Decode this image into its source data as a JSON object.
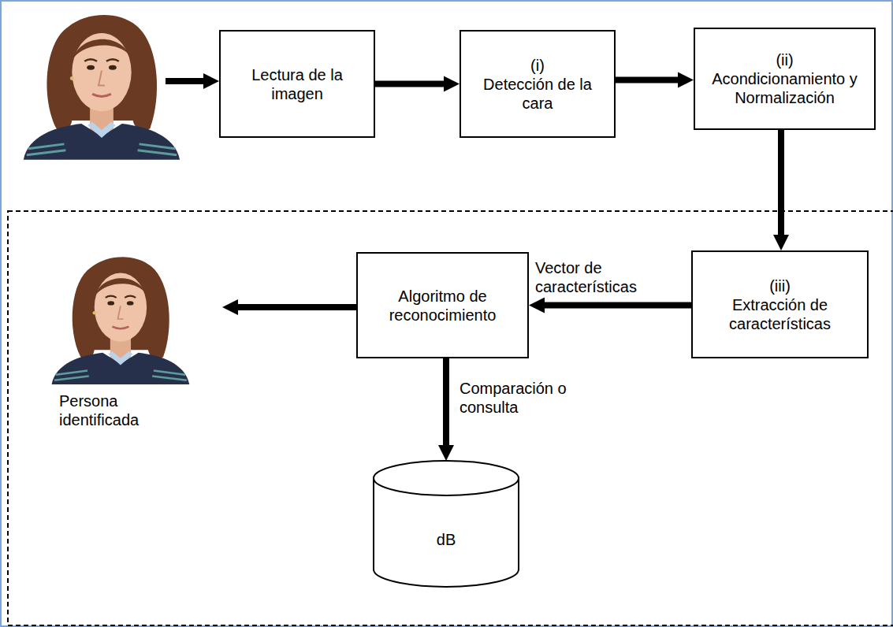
{
  "diagram": {
    "nodes": [
      {
        "text": [
          "Lectura de la imagen"
        ]
      },
      {
        "text": [
          "(i)",
          "Detección de la cara"
        ]
      },
      {
        "text": [
          "(ii)",
          "Acondicionamiento y Normalización"
        ]
      },
      {
        "text": [
          "(iii)",
          "Extracción de características"
        ]
      },
      {
        "text": [
          "Algoritmo de reconocimiento"
        ]
      },
      {
        "text": [
          "dB"
        ]
      }
    ],
    "edges": [
      {
        "from": 0,
        "to": 1,
        "arrow": "to"
      },
      {
        "from": 1,
        "to": 2,
        "arrow": "to"
      },
      {
        "from": 2,
        "to": 3,
        "arrow": "to"
      },
      {
        "from": 3,
        "to": 4,
        "label": "Vector de características",
        "arrow": "to"
      },
      {
        "from": 4,
        "to": 5,
        "label": "Comparación o consulta",
        "arrow": "to"
      }
    ],
    "labels": [
      "Persona identificada"
    ]
  }
}
